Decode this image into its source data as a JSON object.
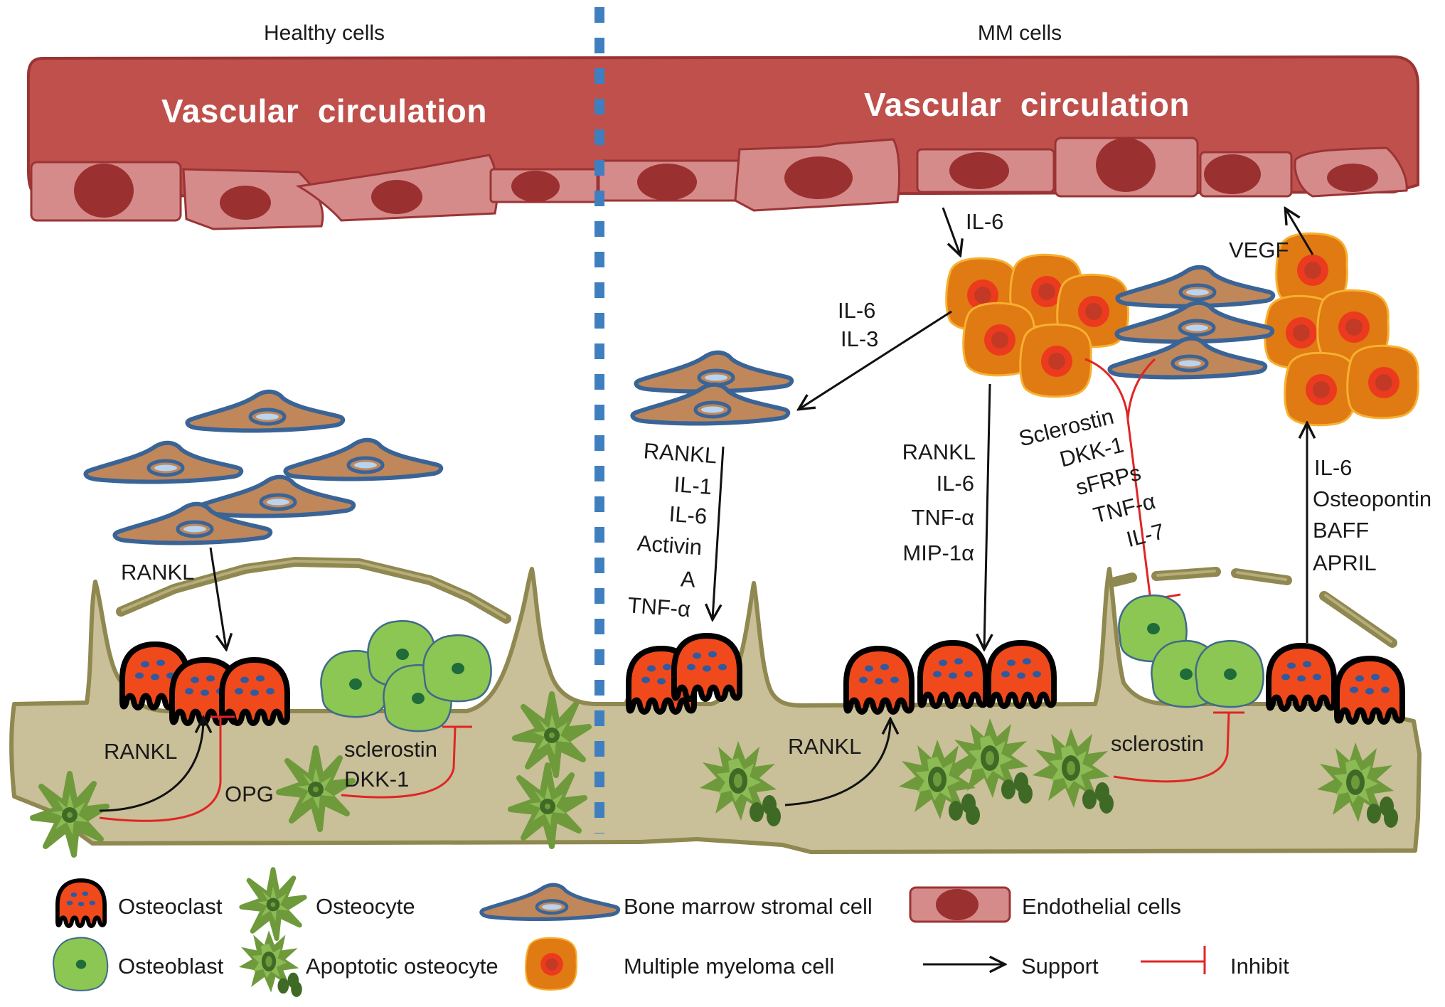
{
  "panels": {
    "healthy": {
      "header": "Healthy cells",
      "vessel_label": "Vascular  circulation"
    },
    "mm": {
      "header": "MM cells",
      "vessel_label": "Vascular  circulation"
    }
  },
  "healthy_labels": {
    "stromal_to_osteoclast": "RANKL",
    "osteocyte_rankl": "RANKL",
    "osteocyte_opg": "OPG",
    "osteocyte_inhibit_osteoblast": [
      "sclerostin",
      "DKK-1"
    ]
  },
  "mm_labels": {
    "endothelium_to_mm": "IL-6",
    "mm_to_stromal": [
      "IL-6",
      "IL-3"
    ],
    "stromal_to_osteoclast": [
      "RANKL",
      "IL-1",
      "IL-6",
      "Activin",
      "A",
      "TNF-α"
    ],
    "mm_to_osteoclast": [
      "RANKL",
      "IL-6",
      "TNF-α",
      "MIP-1α"
    ],
    "inhibit_osteoblast": [
      "Sclerostin",
      "DKK-1",
      "sFRPs",
      "TNF-α",
      "IL-7"
    ],
    "mm_to_vessel": "VEGF",
    "osteoclast_to_mm": [
      "IL-6",
      "Osteopontin",
      "BAFF",
      "APRIL"
    ],
    "osteocyte_rankl": "RANKL",
    "osteocyte_sclerostin": "sclerostin"
  },
  "legend": {
    "row1": [
      {
        "icon": "osteoclast-icon",
        "label": "Osteoclast"
      },
      {
        "icon": "osteocyte-icon",
        "label": "Osteocyte"
      },
      {
        "icon": "stromal-cell-icon",
        "label": "Bone marrow stromal cell"
      },
      {
        "icon": "endothelial-cell-icon",
        "label": "Endothelial cells"
      }
    ],
    "row2": [
      {
        "icon": "osteoblast-icon",
        "label": "Osteoblast"
      },
      {
        "icon": "apoptotic-osteocyte-icon",
        "label": "Apoptotic osteocyte"
      },
      {
        "icon": "myeloma-cell-icon",
        "label": "Multiple myeloma cell"
      },
      {
        "icon": "support-arrow-icon",
        "label": "Support"
      },
      {
        "icon": "inhibit-line-icon",
        "label": "Inhibit"
      }
    ]
  },
  "colors": {
    "vessel": "#bf504c",
    "endothelial": "#d68b8b",
    "bone": "#c9bf98",
    "osteoclast": "#f04a1c",
    "osteoblast": "#8cc653",
    "osteocyte": "#6e9a3c",
    "stromal_body": "#c0875a",
    "stromal_outline": "#3a6496",
    "myeloma": "#e07a12",
    "divider": "#3f7fc0",
    "support": "#111111",
    "inhibit": "#e02525"
  }
}
